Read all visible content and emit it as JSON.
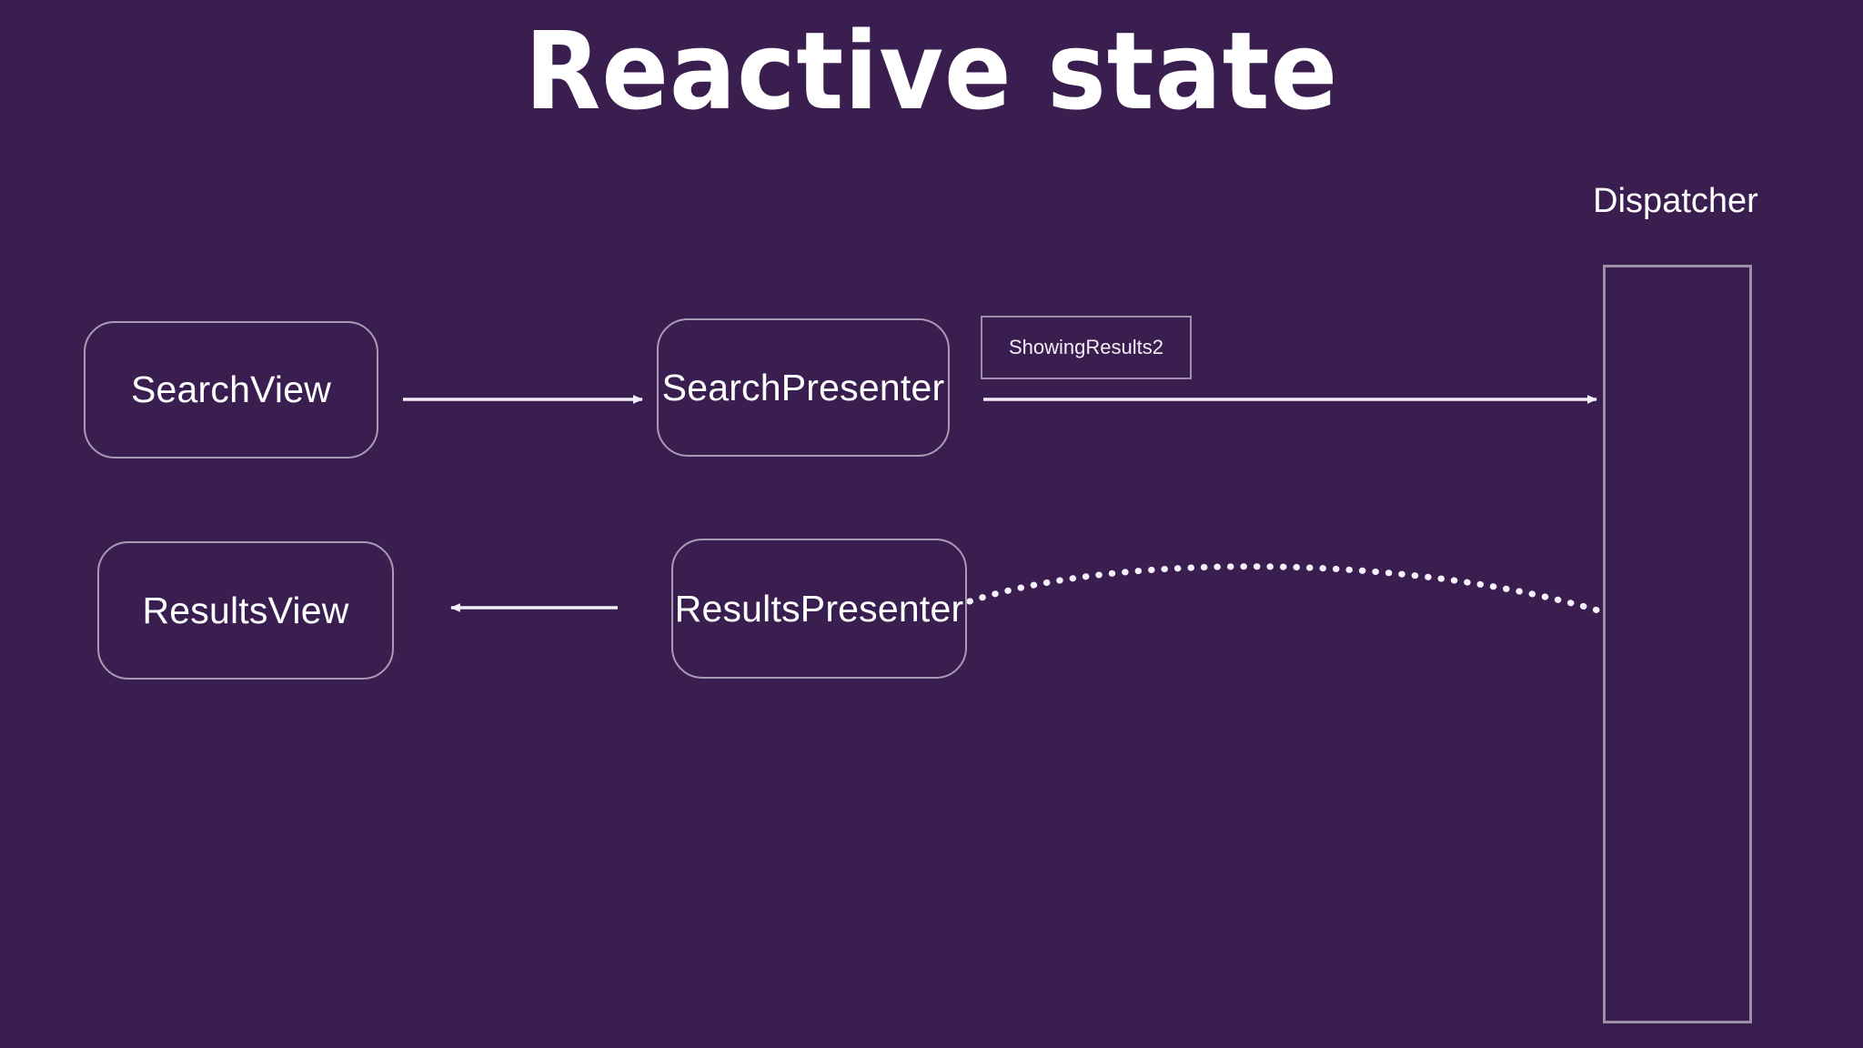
{
  "slide": {
    "title": "Reactive state",
    "background_color": "#3a1e50",
    "stroke_color": "#a99ab5",
    "text_color": "#ffffff"
  },
  "nodes": [
    {
      "id": "search-view",
      "label": "SearchView",
      "shape": "rounded-rect"
    },
    {
      "id": "search-presenter",
      "label": "SearchPresenter",
      "shape": "rounded-rect"
    },
    {
      "id": "results-view",
      "label": "ResultsView",
      "shape": "rounded-rect"
    },
    {
      "id": "results-presenter",
      "label": "ResultsPresenter",
      "shape": "rounded-rect"
    }
  ],
  "event": {
    "label": "ShowingResults2"
  },
  "dispatcher": {
    "label": "Dispatcher"
  },
  "connectors": [
    {
      "id": "search-view-to-search-presenter",
      "style": "solid",
      "direction": "right"
    },
    {
      "id": "search-presenter-to-dispatcher",
      "style": "solid",
      "direction": "right"
    },
    {
      "id": "results-presenter-to-results-view",
      "style": "solid",
      "direction": "left"
    },
    {
      "id": "dispatcher-to-results-presenter",
      "style": "dotted",
      "direction": "none"
    }
  ]
}
